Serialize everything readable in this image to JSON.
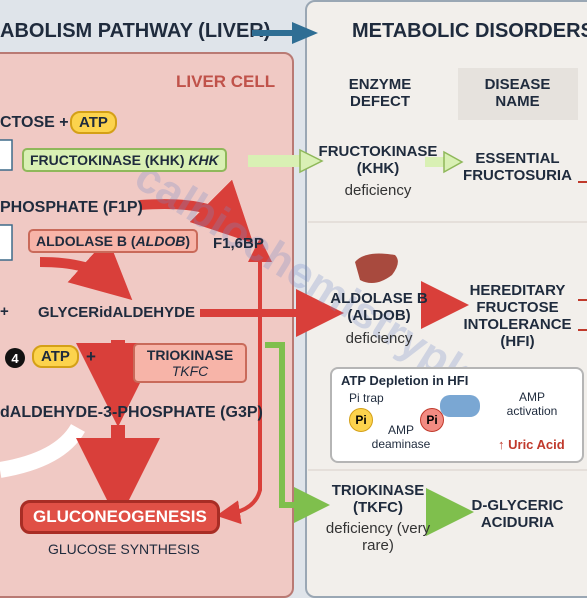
{
  "header": {
    "left_title": "ABOLISM PATHWAY (LIVER)",
    "right_title": "METABOLIC DISORDERS I"
  },
  "liver": {
    "panel_label": "LIVER CELL",
    "fructose_line": "CTOSE +",
    "atp_1": "ATP",
    "fructokinase_label": "FRUCTOKINASE (KHK) ",
    "fructokinase_gene": "KHK",
    "f1p": "PHOSPHATE (F1P)",
    "aldolase_label": "ALDOLASE B (",
    "aldolase_gene": "ALDOB",
    "aldolase_close": ")",
    "f16bp": "F1,6BP",
    "plus_left": "+",
    "glyceraldehyde": "GLYCERidALDEHYDE",
    "step_number": "4",
    "atp_2": "ATP",
    "plus_mid": "+",
    "triokinase_label": "TRIOKINASE",
    "triokinase_gene": "TKFC",
    "g3p": "dALDEHYDE-3-PHOSPHATE (G3P)",
    "gluconeogenesis": "GLUCONEOGENESIS",
    "glucose_synthesis": "GLUCOSE SYNTHESIS"
  },
  "disorders": {
    "col_enzyme_header": "ENZYME DEFECT",
    "col_disease_header": "DISEASE NAME",
    "rows": [
      {
        "enzyme": "FRUCTOKINASE (KHK)",
        "defect": "deficiency",
        "disease": "ESSENTIAL FRUCTOSURIA"
      },
      {
        "enzyme": "ALDOLASE B (ALDOB)",
        "defect": "deficiency",
        "disease": "HEREDITARY FRUCTOSE INTOLERANCE (HFI)"
      },
      {
        "enzyme": "TRIOKINASE (TKFC)",
        "defect": "deficiency (very rare)",
        "disease": "D-GLYCERIC ACIDURIA"
      }
    ],
    "atp_box": {
      "title": "ATP Depletion in HFI",
      "pi_trap": "Pi trap",
      "pi": "Pi",
      "amp_deaminase": "AMP deaminase",
      "amp_activation": "AMP activation",
      "uric_acid": "Uric Acid"
    }
  },
  "watermark": "calbiochemistrypk",
  "colors": {
    "red_arrow": "#d93f3a",
    "green_arrow": "#7fbf4d",
    "blue_arrow": "#2f6e94"
  }
}
